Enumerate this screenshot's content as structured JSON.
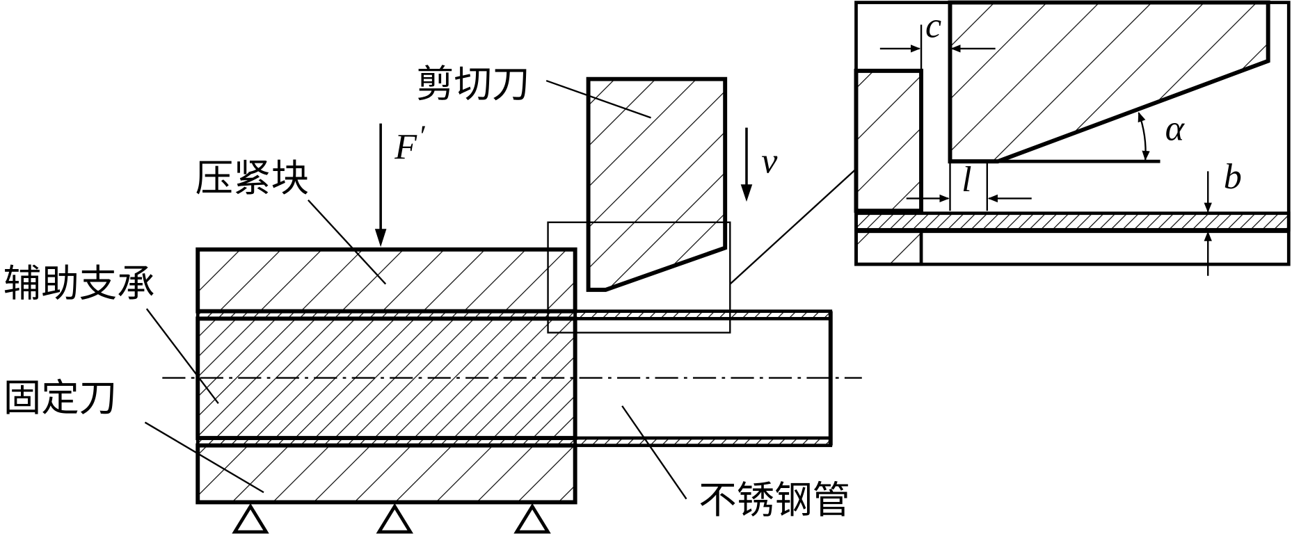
{
  "labels": {
    "shear_knife": "剪切刀",
    "clamp_block": "压紧块",
    "aux_support": "辅助支承",
    "fixed_knife": "固定刀",
    "steel_tube": "不锈钢管"
  },
  "symbols": {
    "force": "F",
    "force_prime": "′",
    "velocity": "v",
    "clearance": "c",
    "length": "l",
    "thickness": "b",
    "angle": "α"
  }
}
